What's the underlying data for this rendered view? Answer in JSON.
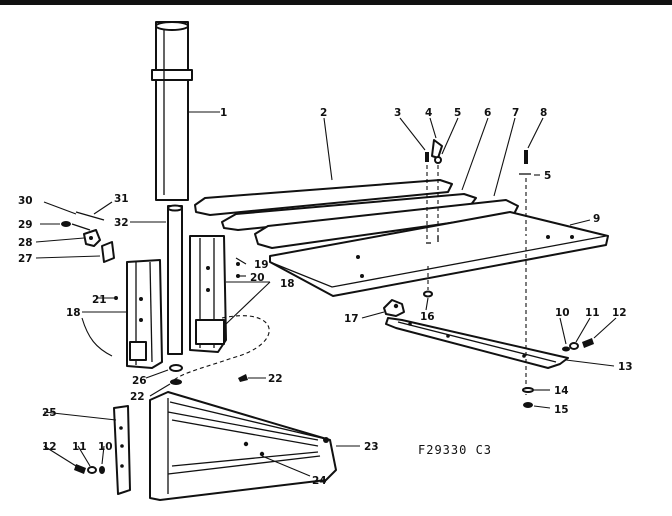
{
  "figure_code": "F29330 C3",
  "callouts": {
    "c1": "1",
    "c2": "2",
    "c3": "3",
    "c4": "4",
    "c5a": "5",
    "c5b": "5",
    "c6": "6",
    "c7": "7",
    "c8": "8",
    "c9": "9",
    "c10a": "10",
    "c10b": "10",
    "c11a": "11",
    "c11b": "11",
    "c12a": "12",
    "c12b": "12",
    "c13": "13",
    "c14": "14",
    "c15": "15",
    "c16": "16",
    "c17": "17",
    "c18a": "18",
    "c18b": "18",
    "c19": "19",
    "c20": "20",
    "c21": "21",
    "c22a": "22",
    "c22b": "22",
    "c23": "23",
    "c24": "24",
    "c25": "25",
    "c26": "26",
    "c27": "27",
    "c28": "28",
    "c29": "29",
    "c30": "30",
    "c31": "31",
    "c32": "32"
  }
}
